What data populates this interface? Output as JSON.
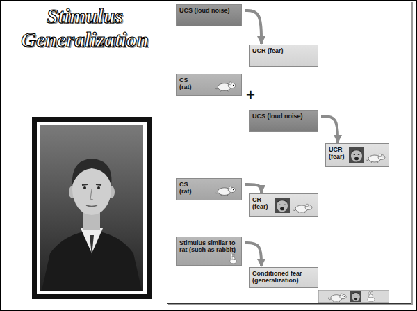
{
  "diagram": {
    "title": "Stimulus Generalization",
    "nodes": [
      {
        "text": [
          "UCS (loud noise)"
        ]
      },
      {
        "text": [
          "UCR (fear)"
        ]
      },
      {
        "text": [
          "CS (rat)"
        ]
      },
      {
        "text": [
          "UCS (loud noise)"
        ]
      },
      {
        "text": [
          "UCR (fear)"
        ]
      },
      {
        "text": [
          "CS (rat)"
        ]
      },
      {
        "text": [
          "CR (fear)"
        ]
      },
      {
        "text": [
          "Stimulus similar to rat (such as rabbit)"
        ]
      },
      {
        "text": [
          "Conditioned fear (generalization)"
        ]
      }
    ],
    "edges": [
      {
        "from": 0,
        "to": 1,
        "arrow": "to"
      },
      {
        "from": 3,
        "to": 4,
        "arrow": "to"
      },
      {
        "from": 5,
        "to": 6,
        "arrow": "to"
      },
      {
        "from": 7,
        "to": 8,
        "arrow": "to"
      }
    ],
    "labels": [
      "+"
    ]
  }
}
